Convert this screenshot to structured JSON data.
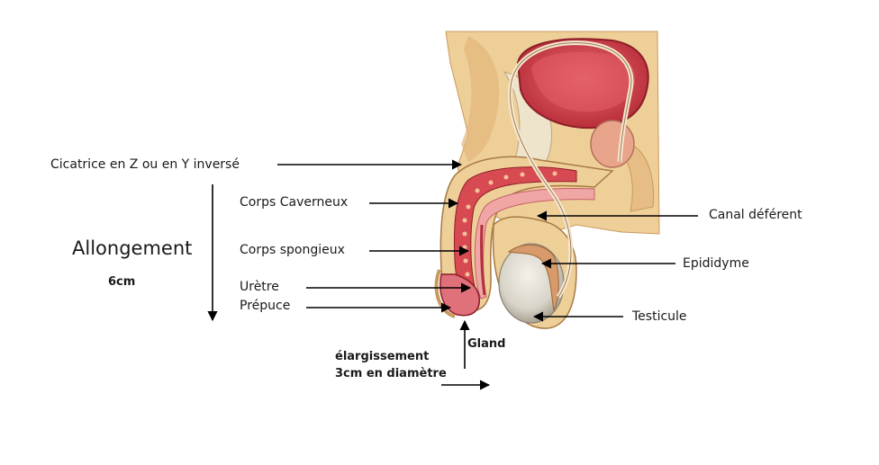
{
  "labels": {
    "scar": "Cicatrice en Z ou en Y inversé",
    "corpus_cavernosum": "Corps Caverneux",
    "corpus_spongiosum": "Corps spongieux",
    "urethra": "Urètre",
    "foreskin": "Prépuce",
    "vas_deferens": "Canal déférent",
    "epididymis": "Epididyme",
    "testicle": "Testicule",
    "glans": "Gland"
  },
  "annotations": {
    "lengthening": "Allongement",
    "lengthening_value": "6cm",
    "widening": "élargissement",
    "widening_value": "3cm en diamètre"
  },
  "colors": {
    "tissue_yellow": "#efcf98",
    "tissue_red": "#d84a52",
    "spongy_pink": "#f0a6a4",
    "testicle_grey": "#d8d4c8",
    "bladder_red": "#d9414c",
    "arrow": "#000000"
  }
}
